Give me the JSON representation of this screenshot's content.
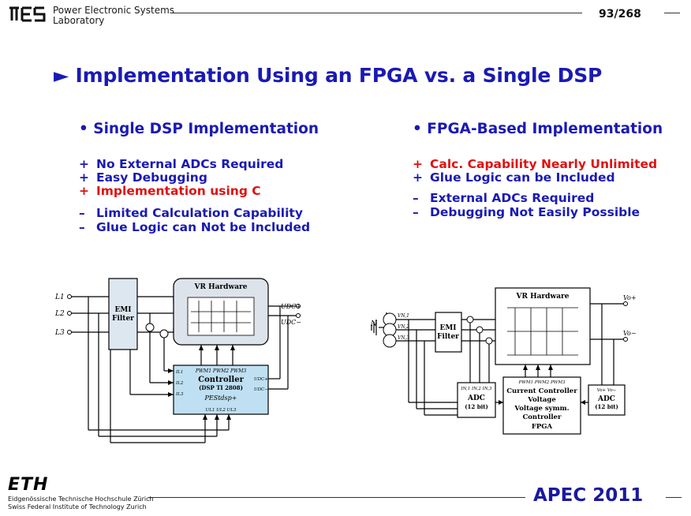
{
  "header": {
    "lab_line1": "Power Electronic Systems",
    "lab_line2": "Laboratory",
    "page_number": "93/268"
  },
  "title": "► Implementation Using an FPGA vs. a Single DSP",
  "left_column": {
    "heading": "• Single DSP Implementation",
    "items": [
      {
        "symbol": "+",
        "text": "No External ADCs Required",
        "color": "#1a1ab3"
      },
      {
        "symbol": "+",
        "text": "Easy Debugging",
        "color": "#1a1ab3"
      },
      {
        "symbol": "+",
        "text": "Implementation using C",
        "color": "#e01010"
      },
      {
        "symbol": "–",
        "text": "Limited Calculation Capability",
        "color": "#1a1ab3"
      },
      {
        "symbol": "–",
        "text": "Glue Logic can Not be Included",
        "color": "#1a1ab3"
      }
    ]
  },
  "right_column": {
    "heading": "• FPGA-Based Implementation",
    "items": [
      {
        "symbol": "+",
        "text": "Calc. Capability Nearly Unlimited",
        "color": "#e01010"
      },
      {
        "symbol": "+",
        "text": "Glue Logic can be Included",
        "color": "#1a1ab3"
      },
      {
        "symbol": "–",
        "text": "External ADCs Required",
        "color": "#1a1ab3"
      },
      {
        "symbol": "–",
        "text": "Debugging Not Easily Possible",
        "color": "#1a1ab3"
      }
    ]
  },
  "diagram_left": {
    "inputs": [
      "L1",
      "L2",
      "L3"
    ],
    "emi": [
      "EMI",
      "Filter"
    ],
    "vr": "VR Hardware",
    "outputs": [
      "UDC+",
      "UDC−"
    ],
    "ctrl_pwm": "PWM1 PWM2 PWM3",
    "ctrl_title": "Controller",
    "ctrl_sub": "(DSP TI 2808)",
    "ctrl_brand": "PEStdsp+",
    "ctrl_inputs": [
      "IL1",
      "IL2",
      "IL3"
    ],
    "ctrl_right": [
      "UDC+",
      "UDC−"
    ],
    "ctrl_bottom": "UL1  UL2  UL3"
  },
  "diagram_right": {
    "neutral": "N",
    "sources": [
      "VN,1",
      "VN,2",
      "VN,3"
    ],
    "emi": [
      "EMI",
      "Filter"
    ],
    "vr": "VR Hardware",
    "outputs": [
      "Vo+",
      "Vo−"
    ],
    "adc1": [
      "IN,1 IN,2 IN,3",
      "ADC",
      "(12 bit)"
    ],
    "adc2": [
      "Vo+  Vo−",
      "ADC",
      "(12 bit)"
    ],
    "fpga_pwm": "PWM1 PWM2 PWM3",
    "fpga_lines": [
      "Current Controller",
      "Voltage",
      "Voltage symm.",
      "Controller",
      "FPGA"
    ]
  },
  "footer": {
    "eth": "ETH",
    "eth_line1": "Eidgenössische Technische Hochschule Zürich",
    "eth_line2": "Swiss Federal Institute of Technology Zurich",
    "apec": "APEC 2011"
  }
}
